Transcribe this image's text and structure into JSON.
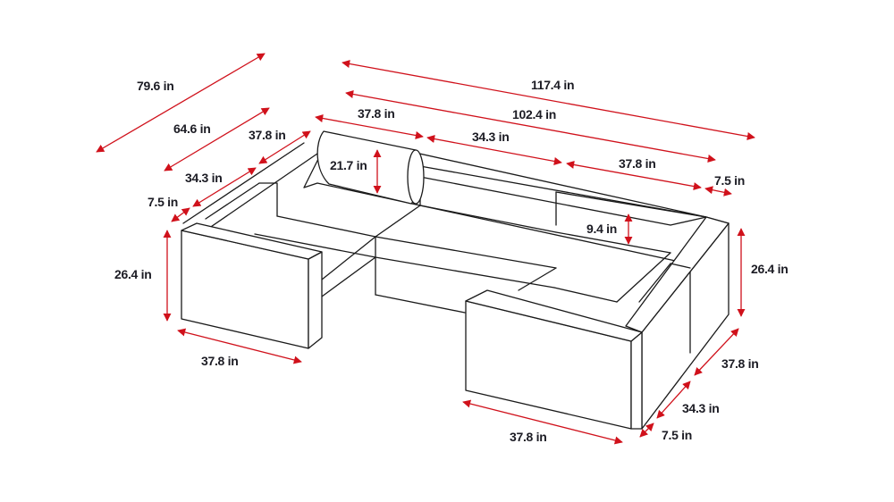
{
  "diagram": {
    "subject": "U-shaped sectional sofa with dimensions",
    "colors": {
      "line": "#1a1a1a",
      "dimension": "#d0111b",
      "label": "#1c1c24",
      "background": "#ffffff"
    },
    "unit": "in",
    "dimensions": {
      "left_overall_depth": "79.6 in",
      "left_seat_plus_back_depth": "64.6 in",
      "left_back_module_length": "37.8 in",
      "left_middle_depth": "34.3 in",
      "left_arm_depth": "7.5 in",
      "left_height": "26.4 in",
      "left_front_width": "37.8 in",
      "overall_width": "117.4 in",
      "back_width": "102.4 in",
      "back_seg_left": "37.8 in",
      "back_seg_middle": "34.3 in",
      "back_seg_right": "37.8 in",
      "back_arm": "7.5 in",
      "bolster_height": "21.7 in",
      "backrest_height": "9.4 in",
      "right_height": "26.4 in",
      "right_depth_back": "37.8 in",
      "right_depth_middle": "34.3 in",
      "right_arm_depth": "7.5 in",
      "right_front_width": "37.8 in"
    }
  }
}
